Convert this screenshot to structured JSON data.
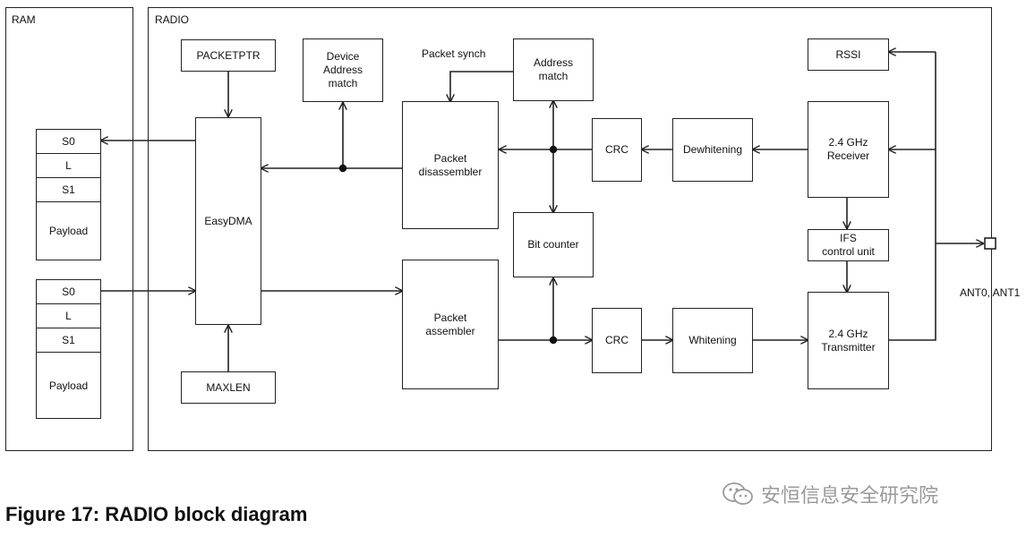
{
  "ram": {
    "title": "RAM",
    "rx_cells": [
      "S0",
      "L",
      "S1",
      "Payload"
    ],
    "tx_cells": [
      "S0",
      "L",
      "S1",
      "Payload"
    ]
  },
  "radio": {
    "title": "RADIO",
    "blocks": {
      "packetptr": "PACKETPTR",
      "device_address_match": "Device\nAddress\nmatch",
      "address_match": "Address\nmatch",
      "rssi": "RSSI",
      "easydma": "EasyDMA",
      "packet_disassembler": "Packet\ndisassembler",
      "crc_rx": "CRC",
      "dewhitening": "Dewhitening",
      "receiver": "2.4 GHz\nReceiver",
      "bit_counter": "Bit counter",
      "ifs_control": "IFS\ncontrol unit",
      "packet_assembler": "Packet\nassembler",
      "crc_tx": "CRC",
      "whitening": "Whitening",
      "transmitter": "2.4 GHz\nTransmitter",
      "maxlen": "MAXLEN"
    },
    "packet_synch_label": "Packet synch",
    "antenna_label": "ANT0, ANT1"
  },
  "caption": "Figure 17: RADIO block diagram",
  "watermark": "安恒信息安全研究院"
}
